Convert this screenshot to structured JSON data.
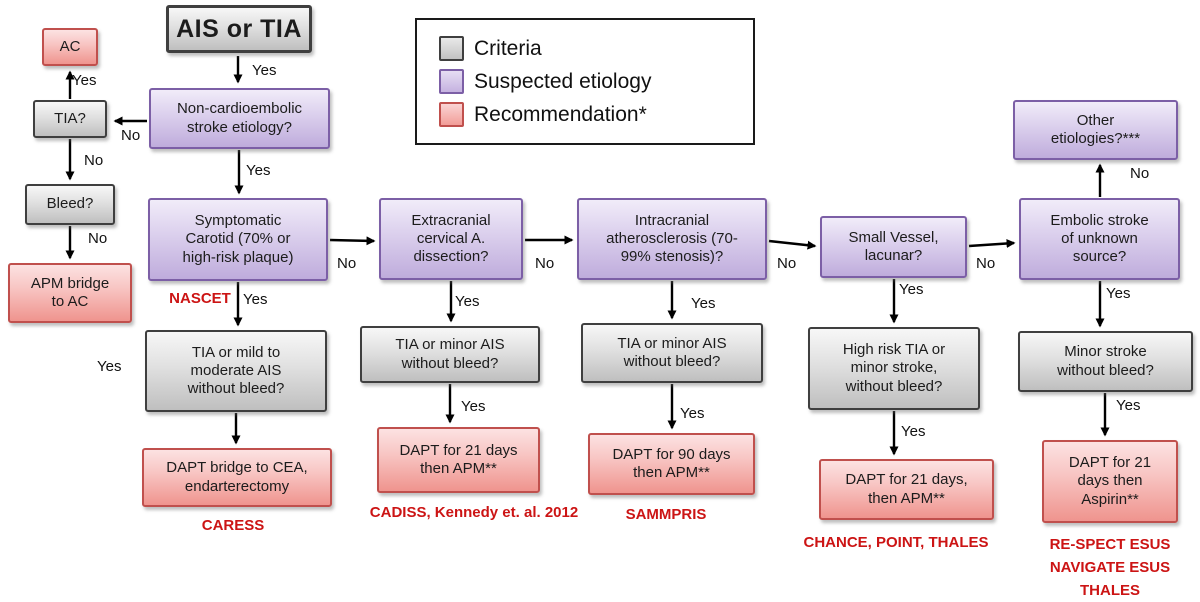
{
  "legend": {
    "items": [
      {
        "label": "Criteria",
        "color": "#d9d9d9"
      },
      {
        "label": "Suspected etiology",
        "color": "#cbbce2"
      },
      {
        "label": "Recommendation*",
        "color": "#f4a7a3"
      }
    ]
  },
  "nodes": {
    "ac": "AC",
    "ais_tia": "AIS or TIA",
    "tia_q": "TIA?",
    "noncardio": "Non-cardioembolic stroke etiology?",
    "bleed_q": "Bleed?",
    "apm_bridge": "APM bridge to AC",
    "symptomatic_carotid": "Symptomatic Carotid (70% or high-risk plaque)",
    "tia_mild": "TIA or mild to moderate AIS without bleed?",
    "dapt_cea": "DAPT bridge to CEA, endarterectomy",
    "extracranial": "Extracranial cervical A. dissection?",
    "tia_minor_2": "TIA or minor AIS without bleed?",
    "dapt_21_apm": "DAPT for 21 days then APM**",
    "intracranial": "Intracranial atherosclerosis (70-99% stenosis)?",
    "tia_minor_3": "TIA or minor AIS without bleed?",
    "dapt_90_apm": "DAPT  for 90 days then APM**",
    "small_vessel": "Small Vessel, lacunar?",
    "high_risk_tia": "High risk TIA or minor stroke, without bleed?",
    "dapt_21_apm_2": "DAPT for 21 days, then APM**",
    "other_etiologies": "Other etiologies?***",
    "embolic_stroke": "Embolic stroke of unknown source?",
    "minor_stroke": "Minor stroke without bleed?",
    "dapt_21_aspirin": "DAPT for 21 days then Aspirin**"
  },
  "trials": {
    "nascet": "NASCET",
    "caress": "CARESS",
    "cadiss": "CADISS, Kennedy et. al. 2012",
    "sammpris": "SAMMPRIS",
    "chance": "CHANCE, POINT, THALES",
    "respect": "RE-SPECT ESUS",
    "navigate": "NAVIGATE ESUS",
    "thales": "THALES"
  },
  "edge_labels": {
    "yes": "Yes",
    "no": "No"
  },
  "colors": {
    "criteria_fill": "#d9d9d9",
    "etiology_fill": "#cbbce2",
    "recommendation_fill": "#f4a7a3",
    "trial_text": "#cc1414",
    "arrow": "#000000"
  }
}
